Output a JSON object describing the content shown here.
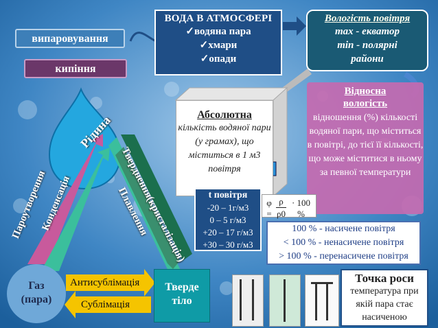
{
  "colors": {
    "accent_blue": "#1f4e86",
    "teal": "#1a5a74",
    "pink": "#c46ab0",
    "drop": "#24a7df",
    "green": "#3bbf9c"
  },
  "left": {
    "evaporation": "випаровування",
    "boiling": "кипіння"
  },
  "atmosphere": {
    "title": "ВОДА В АТМОСФЕРІ",
    "items": [
      "✓водяна пара",
      "✓хмари",
      "✓опади"
    ]
  },
  "humidity": {
    "title": "Вологість повітря",
    "lines": [
      "max - екватор",
      "min - полярні",
      "райони"
    ]
  },
  "relative": {
    "title1": "Відносна",
    "title2": "вологість",
    "text": "відношення (%) кількості водяної пари, що міститься в повітрі, до тієї її кількості, що може міститися в ньому за певної температури"
  },
  "absolute": {
    "title": "Абсолютна",
    "text": "кількість водяної пари (у грамах), що міститься в 1 м3 повітря"
  },
  "temp_table": {
    "title": "t повітря",
    "rows": [
      "-20 – 1г/м3",
      "0 – 5 г/м3",
      "+20 – 17 г/м3",
      "+30 – 30 г/м3"
    ]
  },
  "formula": {
    "lhs": "φ =",
    "num": "ρ",
    "den": "ρ0",
    "rhs": "· 100 %"
  },
  "saturation": {
    "lines": [
      "100 % - насичене повітря",
      "< 100 % - ненасичене повітря",
      "> 100 % - перенасичене повітря"
    ]
  },
  "dew": {
    "title": "Точка роси",
    "text": "температура при якій пара стає насиченою"
  },
  "states": {
    "liquid": "Рідина",
    "gas": "Газ",
    "gas2": "(пара)",
    "solid": "Тверде",
    "solid2": "тіло"
  },
  "transitions": {
    "vaporization": "Пароутворення",
    "condensation": "Конденсація",
    "solidification": "Тверднення(кристалізація)",
    "melting": "Плавлення",
    "antisublimation": "Антисублімація",
    "sublimation": "Сублімація"
  },
  "instruments": [
    "thermometer-icon",
    "psychrometer-icon",
    "hygrometer-icon"
  ]
}
